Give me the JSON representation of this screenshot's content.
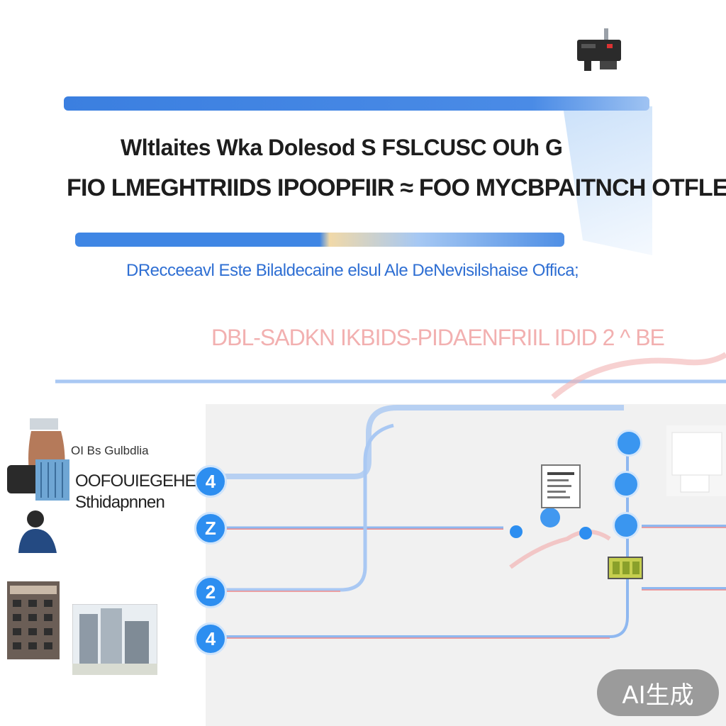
{
  "header": {
    "title_line_1": "Wltlaites Wka Dolesod S FSLCUSC OUh G",
    "title_line_2": "FIO LMEGHTRIIDS IPOOPFIIR ≈ FOO MYCBPAITNCH OTFLE.",
    "subtitle": "DRecceeavl Este Bilaldecaine elsul Ale DeNevisilshaise Offica;"
  },
  "diagram": {
    "heading": "DBL-SADKN IKBIDS-PIDAENFRIIL IDID 2 ^ BE",
    "left_label_top": "OI Bs Gulbdlia",
    "left_label_main_1": "OOFOUIEGEHE",
    "left_label_main_2": "Sthidapnnen",
    "nodes": [
      {
        "label": "4"
      },
      {
        "label": "Z"
      },
      {
        "label": "2"
      },
      {
        "label": "4"
      }
    ],
    "icons": [
      "printer-icon",
      "worker-icon",
      "person-icon",
      "building-icon",
      "city-icon",
      "document-icon",
      "shelf-icon"
    ]
  },
  "watermark": {
    "label": "AI生成"
  },
  "colors": {
    "accent_blue": "#2d8ef0",
    "banner_blue": "#3b7fe0",
    "subtitle_blue": "#2f6fd3",
    "heading_pink": "#f0a3a3",
    "wire_red": "#f08a8a"
  }
}
